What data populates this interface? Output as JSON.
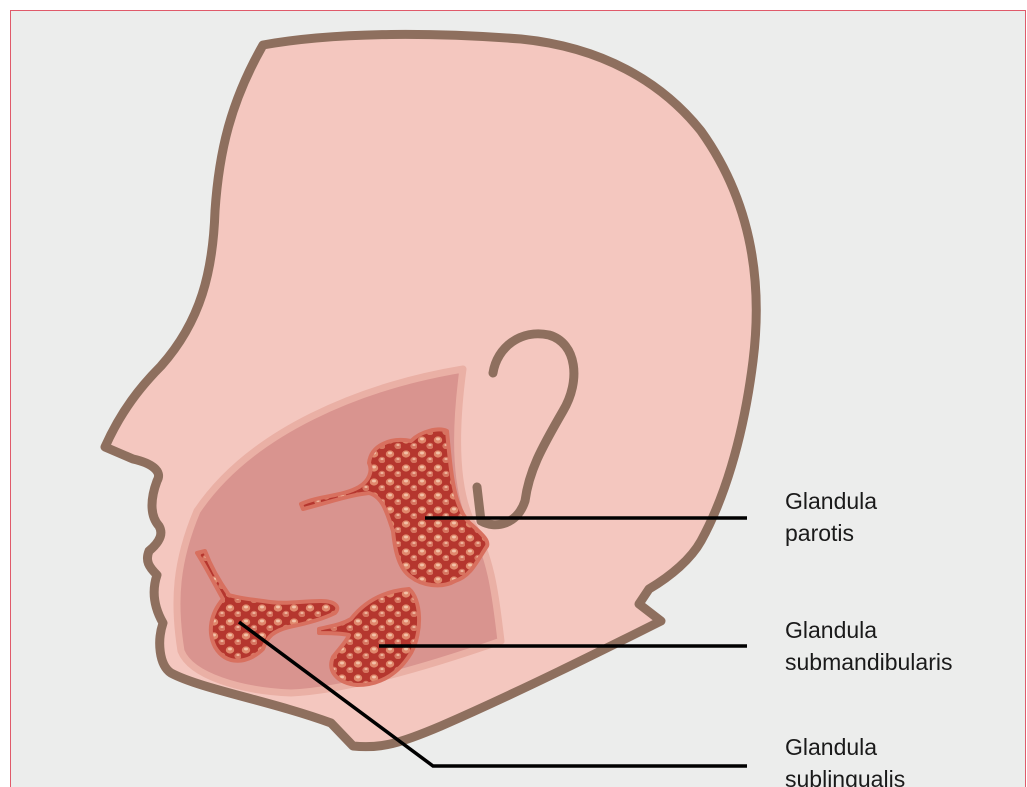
{
  "labels": [
    {
      "line1": "Glandula",
      "line2": "parotis"
    },
    {
      "line1": "Glandula",
      "line2": "submandibularis"
    },
    {
      "line1": "Glandula",
      "line2": "sublingualis"
    }
  ],
  "colors": {
    "background": "#ecedec",
    "frame_border": "#e05a6a",
    "skin": "#f4c7bf",
    "outline": "#8e6f5e",
    "jaw_region": "#d9948f",
    "gland": "#b5362e",
    "gland_nodule": "#e0886c",
    "leader_line": "#000000"
  }
}
